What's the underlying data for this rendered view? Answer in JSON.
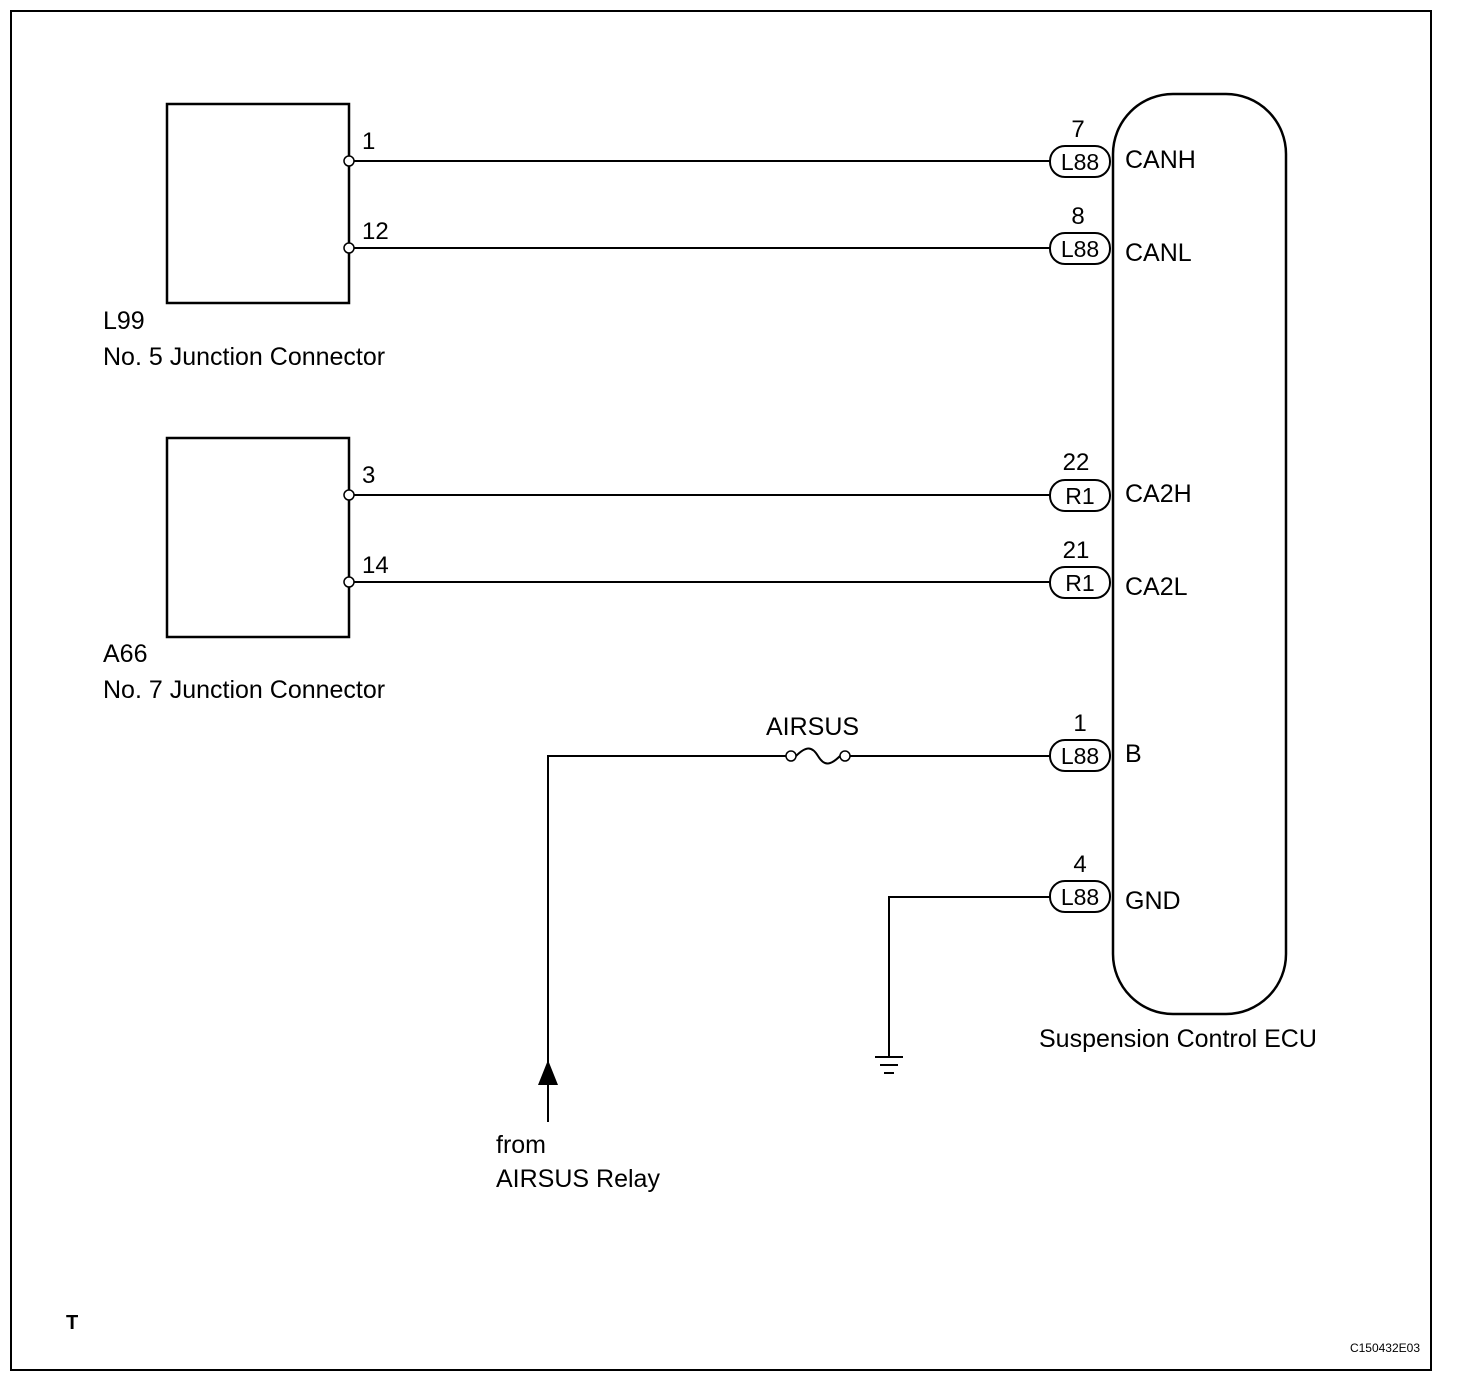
{
  "junction_l99": {
    "code": "L99",
    "name": "No. 5 Junction Connector",
    "pins": [
      "1",
      "12"
    ]
  },
  "junction_a66": {
    "code": "A66",
    "name": "No. 7 Junction Connector",
    "pins": [
      "3",
      "14"
    ]
  },
  "ecu": {
    "name": "Suspension Control ECU",
    "terminals": [
      {
        "pin": "7",
        "connector": "L88",
        "signal": "CANH"
      },
      {
        "pin": "8",
        "connector": "L88",
        "signal": "CANL"
      },
      {
        "pin": "22",
        "connector": "R1",
        "signal": "CA2H"
      },
      {
        "pin": "21",
        "connector": "R1",
        "signal": "CA2L"
      },
      {
        "pin": "1",
        "connector": "L88",
        "signal": "B"
      },
      {
        "pin": "4",
        "connector": "L88",
        "signal": "GND"
      }
    ]
  },
  "fuse": {
    "label": "AIRSUS"
  },
  "source": {
    "line1": "from",
    "line2": "AIRSUS Relay"
  },
  "corner_mark": "T",
  "figure_code": "C150432E03"
}
